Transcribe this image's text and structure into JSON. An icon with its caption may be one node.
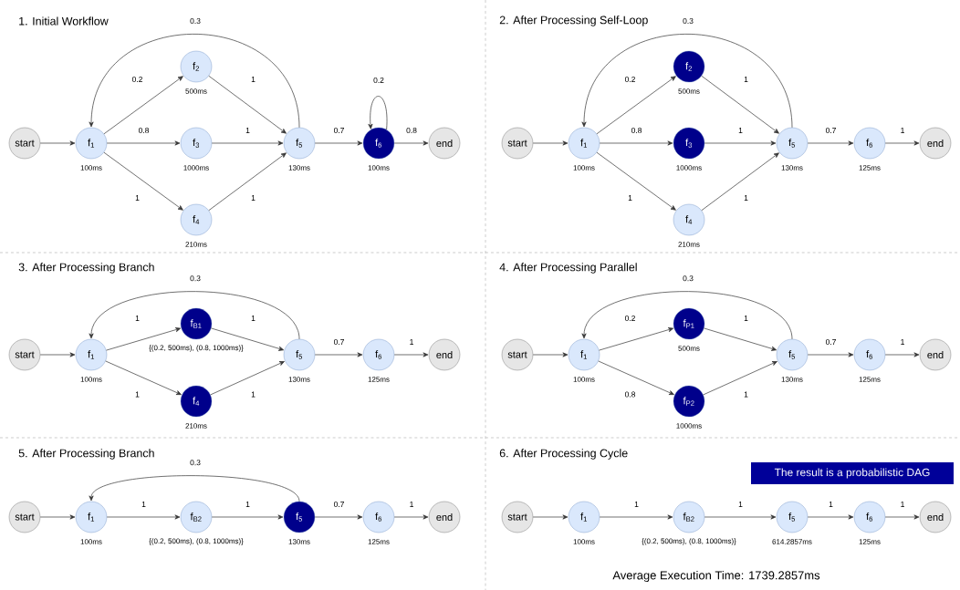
{
  "diagram": {
    "nodes": [
      {
        "text": [
          "start"
        ]
      },
      {
        "text": [
          "f$_{1}$"
        ],
        "beside": [
          "100ms"
        ]
      },
      {
        "text": [
          "f$_{2}$"
        ],
        "beside": [
          "500ms"
        ]
      },
      {
        "text": [
          "f$_{3}$"
        ],
        "beside": [
          "1000ms"
        ]
      },
      {
        "text": [
          "f$_{4}$"
        ],
        "beside": [
          "210ms"
        ]
      },
      {
        "text": [
          "f$_{5}$"
        ],
        "beside": [
          "130ms"
        ]
      },
      {
        "text": [
          "f$_{6}$"
        ],
        "beside": [
          "100ms"
        ]
      },
      {
        "text": [
          "end"
        ]
      },
      {
        "text": [
          "start"
        ]
      },
      {
        "text": [
          "f$_{1}$"
        ],
        "beside": [
          "100ms"
        ]
      },
      {
        "text": [
          "f$_{2}$"
        ],
        "beside": [
          "500ms"
        ]
      },
      {
        "text": [
          "f$_{3}$"
        ],
        "beside": [
          "1000ms"
        ]
      },
      {
        "text": [
          "f$_{4}$"
        ],
        "beside": [
          "210ms"
        ]
      },
      {
        "text": [
          "f$_{5}$"
        ],
        "beside": [
          "130ms"
        ]
      },
      {
        "text": [
          "f$_{6}$"
        ],
        "beside": [
          "125ms"
        ]
      },
      {
        "text": [
          "end"
        ]
      },
      {
        "text": [
          "start"
        ]
      },
      {
        "text": [
          "f$_{1}$"
        ],
        "beside": [
          "100ms"
        ]
      },
      {
        "text": [
          "f$_{B1}$"
        ],
        "beside": [
          "{(0.2, 500ms), (0.8, 1000ms)}"
        ]
      },
      {
        "text": [
          "f$_{4}$"
        ],
        "beside": [
          "210ms"
        ]
      },
      {
        "text": [
          "f$_{5}$"
        ],
        "beside": [
          "130ms"
        ]
      },
      {
        "text": [
          "f$_{6}$"
        ],
        "beside": [
          "125ms"
        ]
      },
      {
        "text": [
          "end"
        ]
      },
      {
        "text": [
          "start"
        ]
      },
      {
        "text": [
          "f$_{1}$"
        ],
        "beside": [
          "100ms"
        ]
      },
      {
        "text": [
          "f$_{P1}$"
        ],
        "beside": [
          "500ms"
        ]
      },
      {
        "text": [
          "f$_{P2}$"
        ],
        "beside": [
          "1000ms"
        ]
      },
      {
        "text": [
          "f$_{5}$"
        ],
        "beside": [
          "130ms"
        ]
      },
      {
        "text": [
          "f$_{6}$"
        ],
        "beside": [
          "125ms"
        ]
      },
      {
        "text": [
          "end"
        ]
      },
      {
        "text": [
          "start"
        ]
      },
      {
        "text": [
          "f$_{1}$"
        ],
        "beside": [
          "100ms"
        ]
      },
      {
        "text": [
          "f$_{B2}$"
        ],
        "beside": [
          "{(0.2, 500ms), (0.8, 1000ms)}"
        ]
      },
      {
        "text": [
          "f$_{5}$"
        ],
        "beside": [
          "130ms"
        ]
      },
      {
        "text": [
          "f$_{6}$"
        ],
        "beside": [
          "125ms"
        ]
      },
      {
        "text": [
          "end"
        ]
      },
      {
        "text": [
          "start"
        ]
      },
      {
        "text": [
          "f$_{1}$"
        ],
        "beside": [
          "100ms"
        ]
      },
      {
        "text": [
          "f$_{B2}$"
        ],
        "beside": [
          "{(0.2, 500ms), (0.8, 1000ms)}"
        ]
      },
      {
        "text": [
          "f$_{5}$"
        ],
        "beside": [
          "614.2857ms"
        ]
      },
      {
        "text": [
          "f$_{6}$"
        ],
        "beside": [
          "125ms"
        ]
      },
      {
        "text": [
          "end"
        ]
      },
      {
        "text": [
          "The result is a probabilistic DAG"
        ]
      }
    ],
    "edges": [
      {
        "from": 0,
        "to": 1,
        "arrow": "to"
      },
      {
        "from": 1,
        "to": 2,
        "arrow": "to",
        "label": "0.2"
      },
      {
        "from": 1,
        "to": 3,
        "arrow": "to",
        "label": "0.8"
      },
      {
        "from": 1,
        "to": 4,
        "arrow": "to",
        "label": "1"
      },
      {
        "from": 2,
        "to": 5,
        "arrow": "to",
        "label": "1"
      },
      {
        "from": 3,
        "to": 5,
        "arrow": "to",
        "label": "1"
      },
      {
        "from": 4,
        "to": 5,
        "arrow": "to",
        "label": "1"
      },
      {
        "from": 5,
        "to": 1,
        "arrow": "to",
        "label": "0.3"
      },
      {
        "from": 5,
        "to": 6,
        "arrow": "to",
        "label": "0.7"
      },
      {
        "from": 6,
        "to": 6,
        "arrow": "to",
        "label": "0.2"
      },
      {
        "from": 6,
        "to": 7,
        "arrow": "to",
        "label": "0.8"
      },
      {
        "from": 8,
        "to": 9,
        "arrow": "to"
      },
      {
        "from": 9,
        "to": 10,
        "arrow": "to",
        "label": "0.2"
      },
      {
        "from": 9,
        "to": 11,
        "arrow": "to",
        "label": "0.8"
      },
      {
        "from": 9,
        "to": 12,
        "arrow": "to",
        "label": "1"
      },
      {
        "from": 10,
        "to": 13,
        "arrow": "to",
        "label": "1"
      },
      {
        "from": 11,
        "to": 13,
        "arrow": "to",
        "label": "1"
      },
      {
        "from": 12,
        "to": 13,
        "arrow": "to",
        "label": "1"
      },
      {
        "from": 13,
        "to": 9,
        "arrow": "to",
        "label": "0.3"
      },
      {
        "from": 13,
        "to": 14,
        "arrow": "to",
        "label": "0.7"
      },
      {
        "from": 14,
        "to": 15,
        "arrow": "to",
        "label": "1"
      },
      {
        "from": 16,
        "to": 17,
        "arrow": "to"
      },
      {
        "from": 17,
        "to": 18,
        "arrow": "to",
        "label": "1"
      },
      {
        "from": 17,
        "to": 19,
        "arrow": "to",
        "label": "1"
      },
      {
        "from": 18,
        "to": 20,
        "arrow": "to",
        "label": "1"
      },
      {
        "from": 19,
        "to": 20,
        "arrow": "to",
        "label": "1"
      },
      {
        "from": 20,
        "to": 17,
        "arrow": "to",
        "label": "0.3"
      },
      {
        "from": 20,
        "to": 21,
        "arrow": "to",
        "label": "0.7"
      },
      {
        "from": 21,
        "to": 22,
        "arrow": "to",
        "label": "1"
      },
      {
        "from": 23,
        "to": 24,
        "arrow": "to"
      },
      {
        "from": 24,
        "to": 25,
        "arrow": "to",
        "label": "0.2"
      },
      {
        "from": 24,
        "to": 26,
        "arrow": "to",
        "label": "0.8"
      },
      {
        "from": 25,
        "to": 27,
        "arrow": "to",
        "label": "1"
      },
      {
        "from": 26,
        "to": 27,
        "arrow": "to",
        "label": "1"
      },
      {
        "from": 27,
        "to": 24,
        "arrow": "to",
        "label": "0.3"
      },
      {
        "from": 27,
        "to": 28,
        "arrow": "to",
        "label": "0.7"
      },
      {
        "from": 28,
        "to": 29,
        "arrow": "to",
        "label": "1"
      },
      {
        "from": 30,
        "to": 31,
        "arrow": "to"
      },
      {
        "from": 31,
        "to": 32,
        "arrow": "to",
        "label": "1"
      },
      {
        "from": 32,
        "to": 33,
        "arrow": "to",
        "label": "1"
      },
      {
        "from": 33,
        "to": 31,
        "arrow": "to",
        "label": "0.3"
      },
      {
        "from": 33,
        "to": 34,
        "arrow": "to",
        "label": "0.7"
      },
      {
        "from": 34,
        "to": 35,
        "arrow": "to",
        "label": "1"
      },
      {
        "from": 36,
        "to": 37,
        "arrow": "to"
      },
      {
        "from": 37,
        "to": 38,
        "arrow": "to",
        "label": "1"
      },
      {
        "from": 38,
        "to": 39,
        "arrow": "to",
        "label": "1"
      },
      {
        "from": 39,
        "to": 40,
        "arrow": "to",
        "label": "1"
      },
      {
        "from": 40,
        "to": 41,
        "arrow": "to",
        "label": "1"
      }
    ],
    "labels": [
      "1. Initial Workflow",
      "2. After Processing Self-Loop",
      "3. After Processing Branch",
      "4. After Processing Parallel",
      "5. After Processing Branch",
      "6. After Processing Cycle",
      "Average Execution Time: 1739.2857ms"
    ]
  }
}
